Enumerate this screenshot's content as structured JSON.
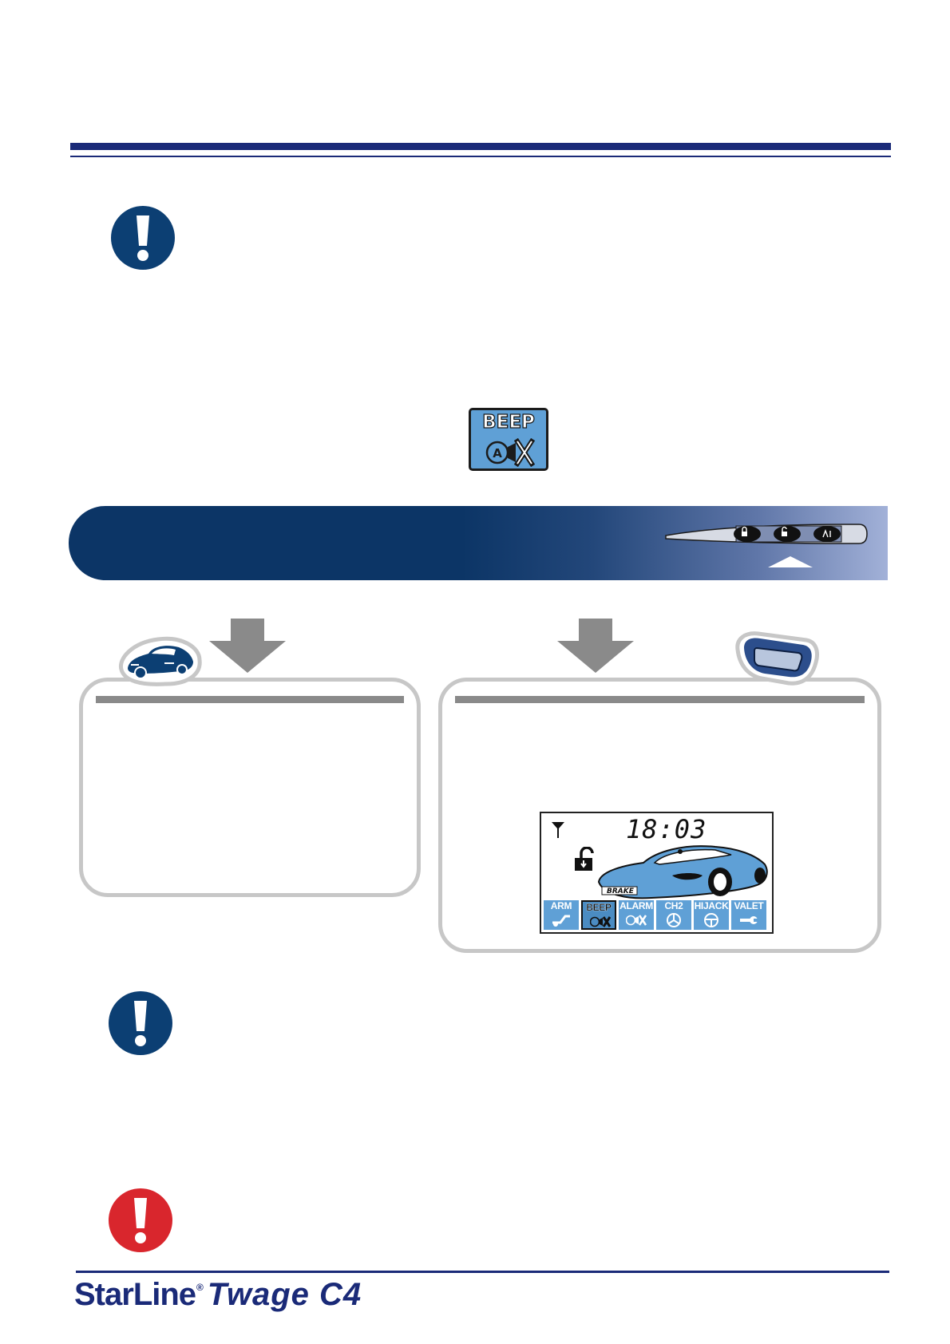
{
  "colors": {
    "navy": "#1a2a78",
    "banner_dark": "#0c3566",
    "icon_blue": "#5fa0d6",
    "warn_red": "#d9262d",
    "note_blue": "#0c3f73"
  },
  "beep_icon": {
    "label": "BEEP",
    "sub_letter": "A"
  },
  "lcd": {
    "time": "18:03",
    "car_label": "BRAKE",
    "menu": [
      {
        "label": "ARM",
        "icon": "arm-icon"
      },
      {
        "label": "BEEP",
        "icon": "beep-silent-icon",
        "active": true
      },
      {
        "label": "ALARM",
        "icon": "alarm-icon"
      },
      {
        "label": "CH2",
        "icon": "channel2-icon"
      },
      {
        "label": "HIJACK",
        "icon": "hijack-icon"
      },
      {
        "label": "VALET",
        "icon": "valet-icon"
      }
    ]
  },
  "fob_buttons": [
    "lock",
    "unlock",
    "aux"
  ],
  "footer": {
    "brand": "StarLine",
    "reg_mark": "®",
    "model": "Twage C4"
  }
}
